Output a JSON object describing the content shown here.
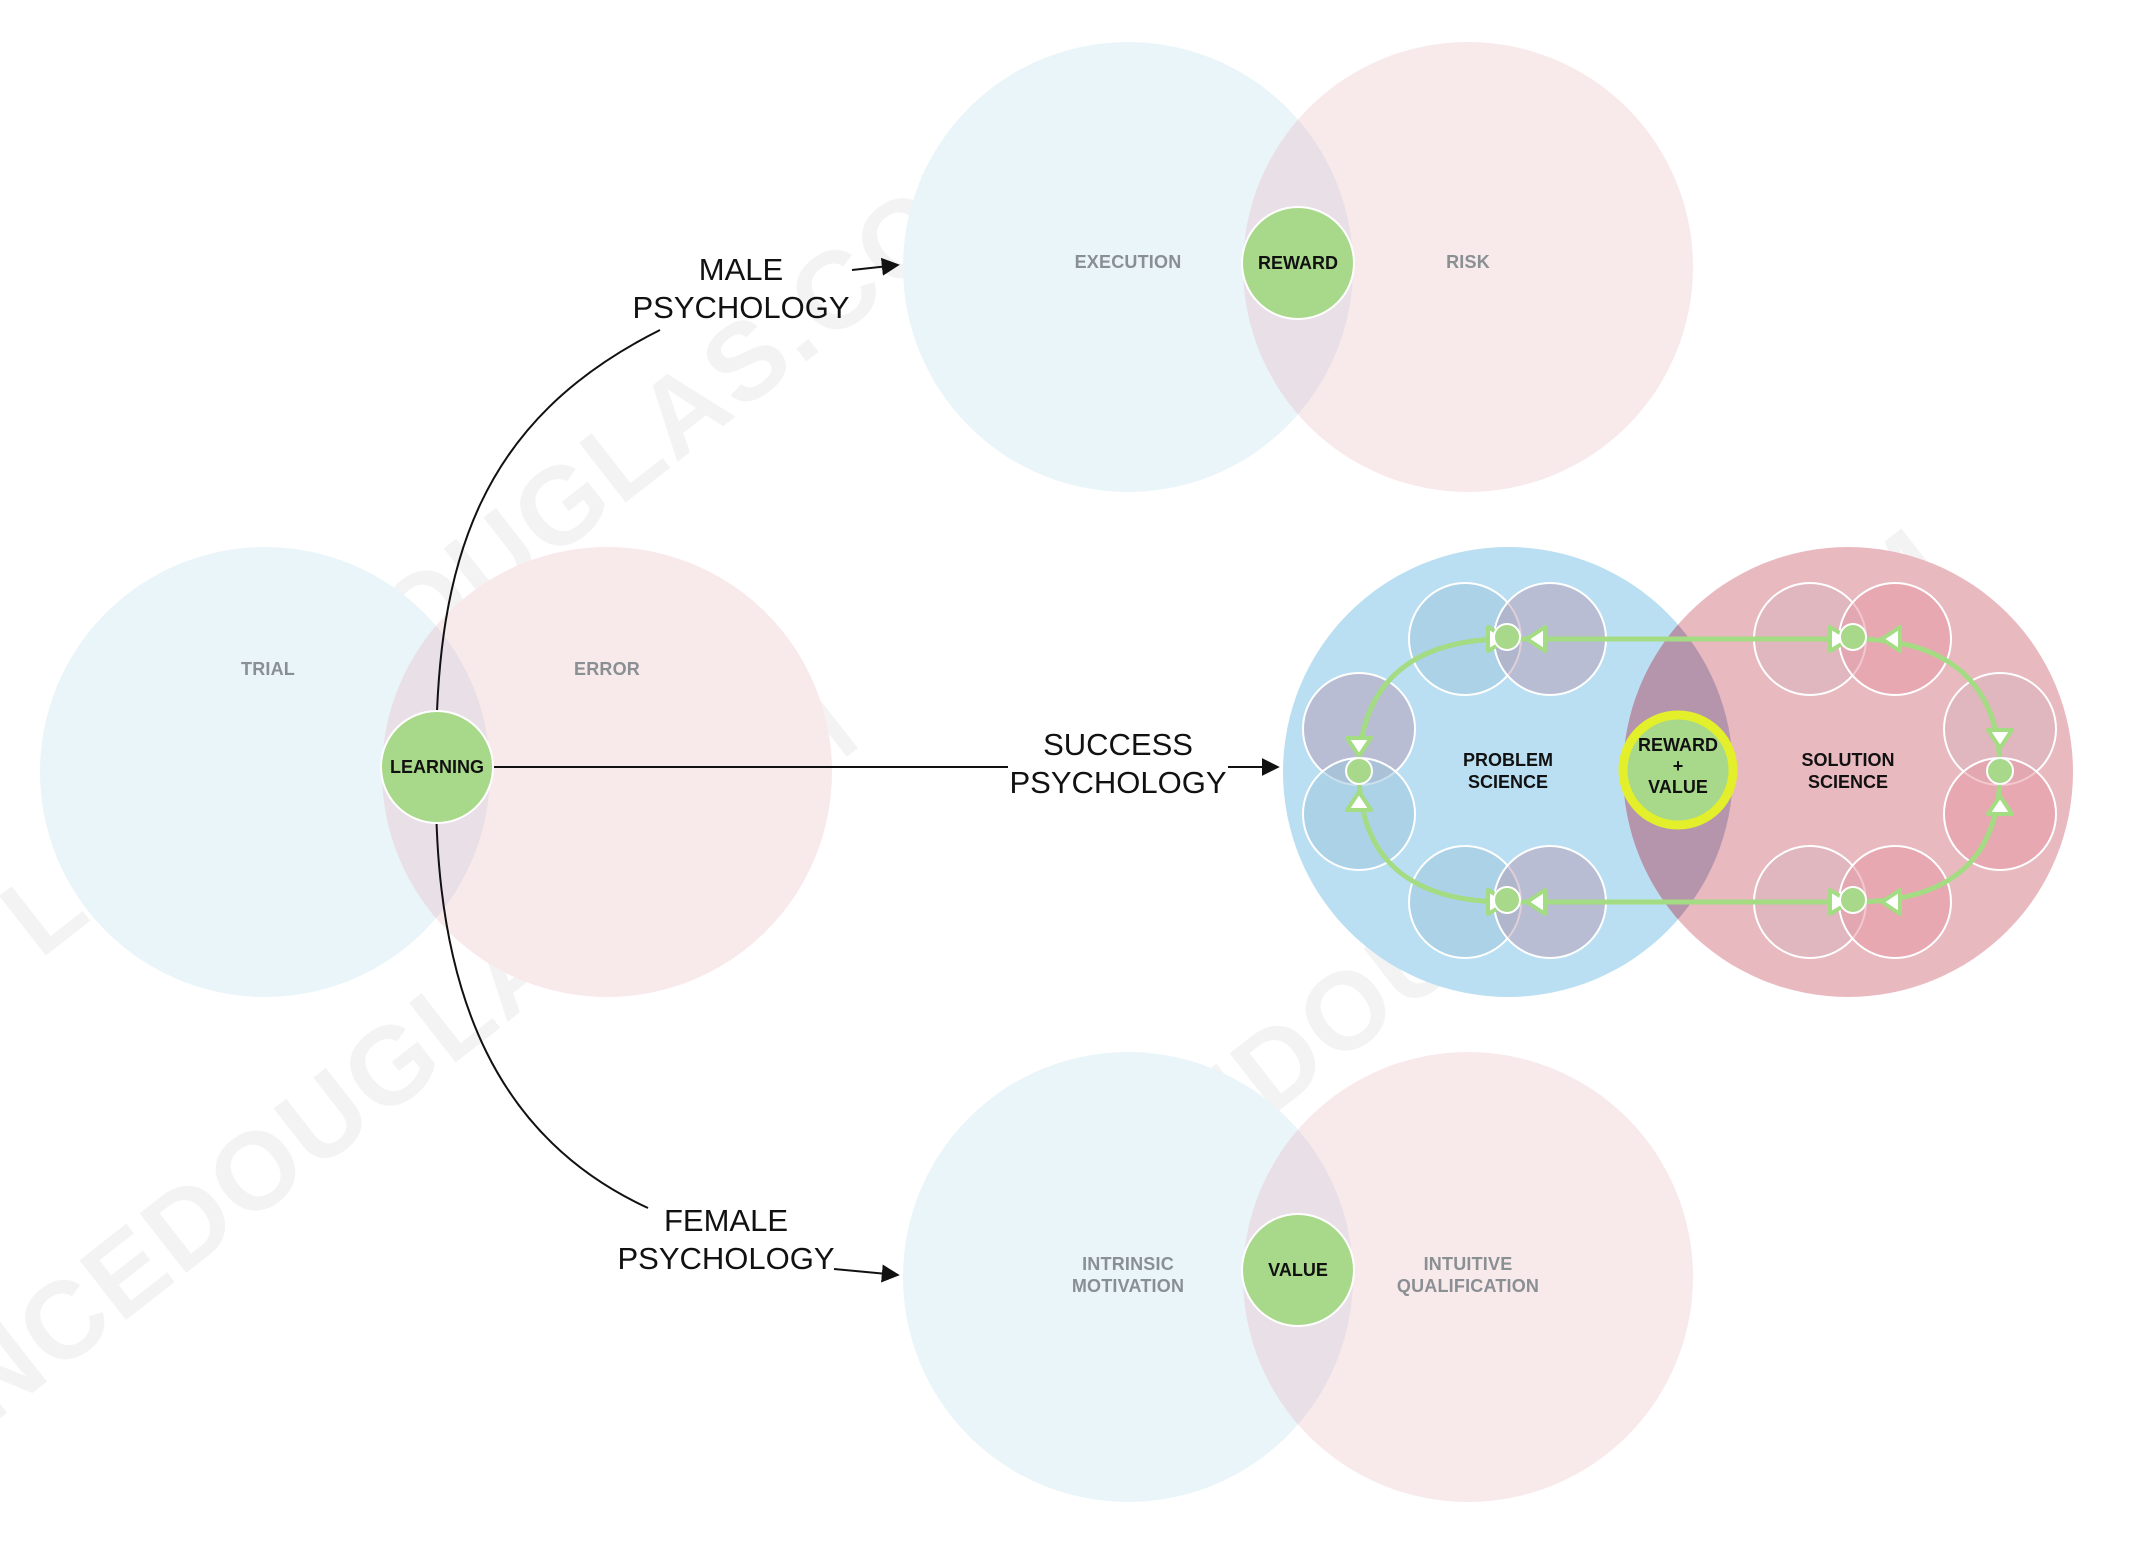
{
  "watermark": "LANCEDOUGLAS.COM",
  "colors": {
    "blue_light": "#e9f5f9",
    "pink_light": "#f8e9ea",
    "overlap_light": "#e8e0e6",
    "blue_strong": "#badff2",
    "pink_strong": "#e9b9c0",
    "overlap_strong": "#b595ac",
    "green_node": "#a8d88a",
    "green_line": "#a3dc82",
    "yellow_ring": "#e2ef2a"
  },
  "left": {
    "circle_left": "TRIAL",
    "circle_right": "ERROR",
    "center": "LEARNING"
  },
  "branches": {
    "male": [
      "MALE",
      "PSYCHOLOGY"
    ],
    "success": [
      "SUCCESS",
      "PSYCHOLOGY"
    ],
    "female": [
      "FEMALE",
      "PSYCHOLOGY"
    ]
  },
  "top": {
    "circle_left": "EXECUTION",
    "circle_right": "RISK",
    "center": "REWARD"
  },
  "middle": {
    "circle_left": [
      "PROBLEM",
      "SCIENCE"
    ],
    "circle_right": [
      "SOLUTION",
      "SCIENCE"
    ],
    "center": [
      "REWARD",
      "+",
      "VALUE"
    ]
  },
  "bottom": {
    "circle_left": [
      "INTRINSIC",
      "MOTIVATION"
    ],
    "circle_right": [
      "INTUITIVE",
      "QUALIFICATION"
    ],
    "center": "VALUE"
  }
}
